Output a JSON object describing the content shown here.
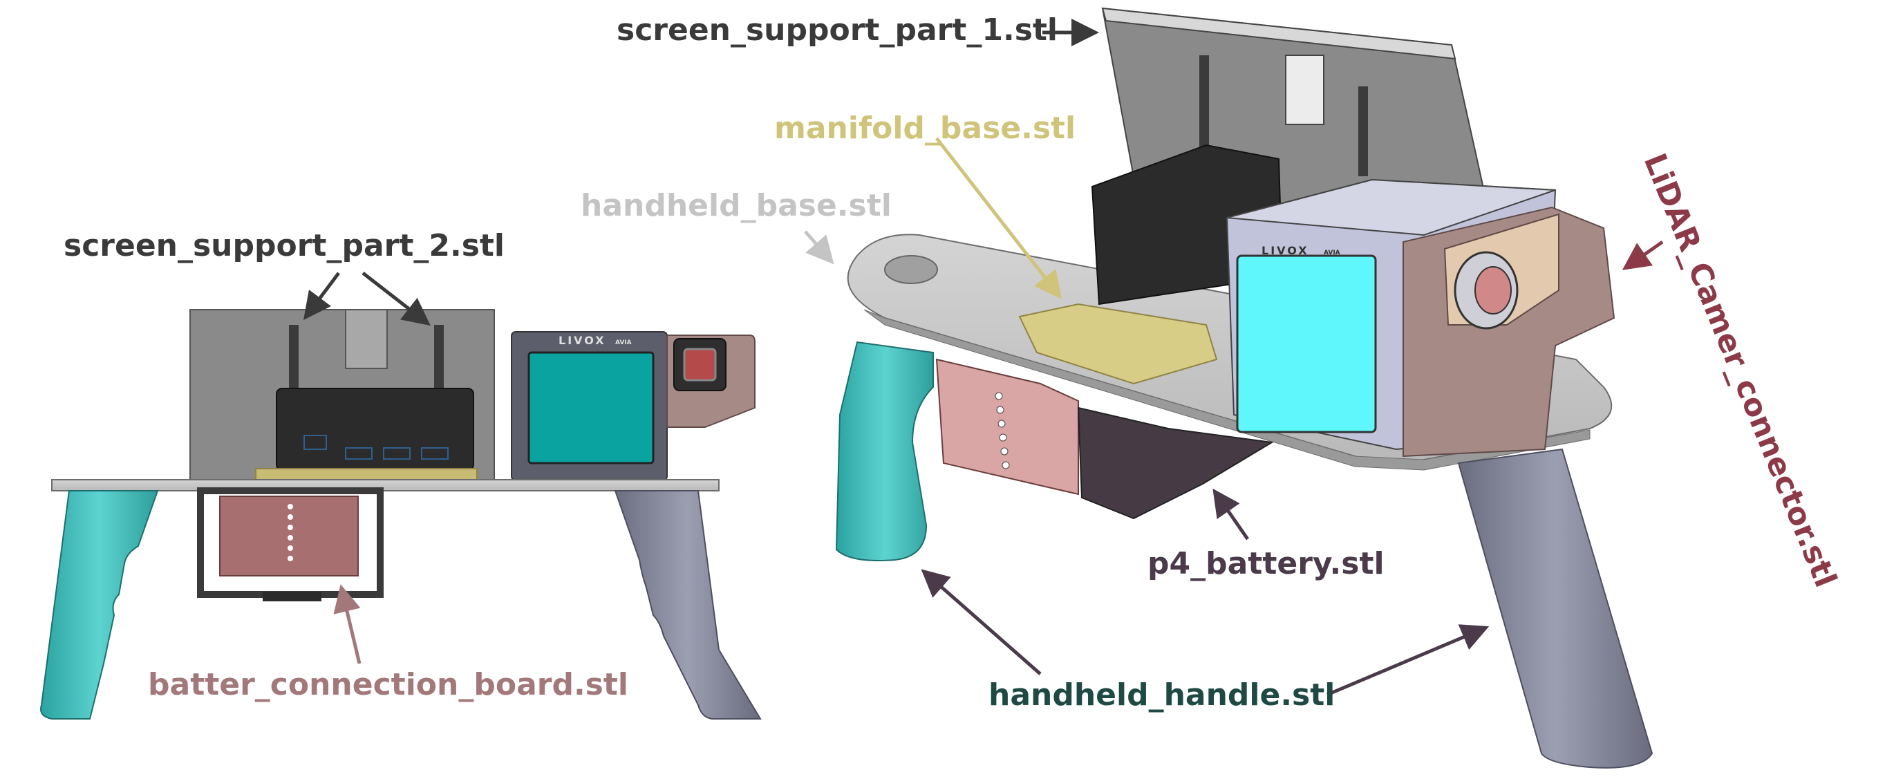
{
  "colors": {
    "dark_label": "#3a3a3a",
    "light_label": "#c4c4c4",
    "gold_label": "#cfc47a",
    "maroon_label": "#8c3a48",
    "rose_label": "#a3787a",
    "teal_dark_label": "#1f4a44",
    "plum_label": "#4a3a4a",
    "plate": "#c8c8c8",
    "screen": "#8a8a8a",
    "computer": "#2b2b2b",
    "battery_board": "#d9a5a5",
    "manifold": "#d8cd86",
    "lidar_body": "#c0c3da",
    "lidar_window": "#5ff7fb",
    "lidar_window_side": "#0aa39f",
    "connector": "#a58a86",
    "handle_teal": "#41b8b6",
    "handle_gray": "#7d7f93"
  },
  "labels": {
    "screen_support_1": "screen_support_part_1.stl",
    "manifold_base": "manifold_base.stl",
    "handheld_base": "handheld_base.stl",
    "screen_support_2": "screen_support_part_2.stl",
    "lidar_connector": "LiDAR_Camer_connector.stl",
    "p4_battery": "p4_battery.stl",
    "batter_board": "batter_connection_board.stl",
    "handheld_handle": "handheld_handle.stl"
  },
  "device_text": {
    "brand": "LIVOX",
    "model": "AVIA"
  }
}
